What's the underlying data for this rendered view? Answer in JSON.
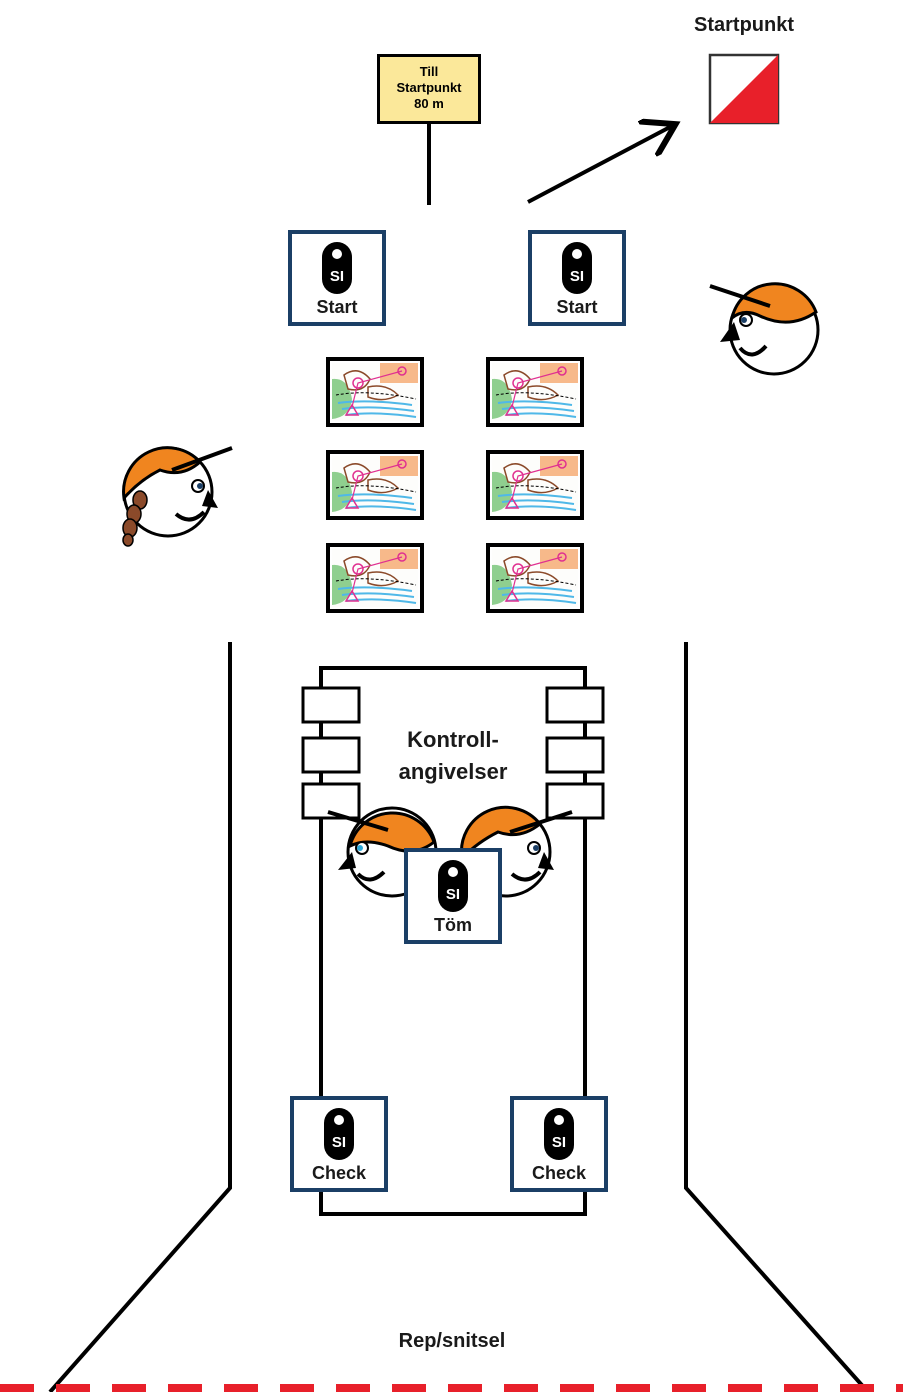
{
  "startpunkt_label": "Startpunkt",
  "sign": {
    "line1": "Till",
    "line2": "Startpunkt",
    "line3": "80 m"
  },
  "start_units": [
    {
      "label": "Start"
    },
    {
      "label": "Start"
    }
  ],
  "si_text": "SI",
  "tom_unit": {
    "label": "Töm"
  },
  "check_units": [
    {
      "label": "Check"
    },
    {
      "label": "Check"
    }
  ],
  "kontroll_label": {
    "line1": "Kontroll-",
    "line2": "angivelser"
  },
  "rope_label": "Rep/snitsel",
  "colors": {
    "si_border": "#1b3f66",
    "cap": "#f0851f",
    "sign_bg": "#fbe89a",
    "rope": "#e8202a",
    "flag_red": "#e8202a",
    "hair": "#8b4a2a"
  }
}
